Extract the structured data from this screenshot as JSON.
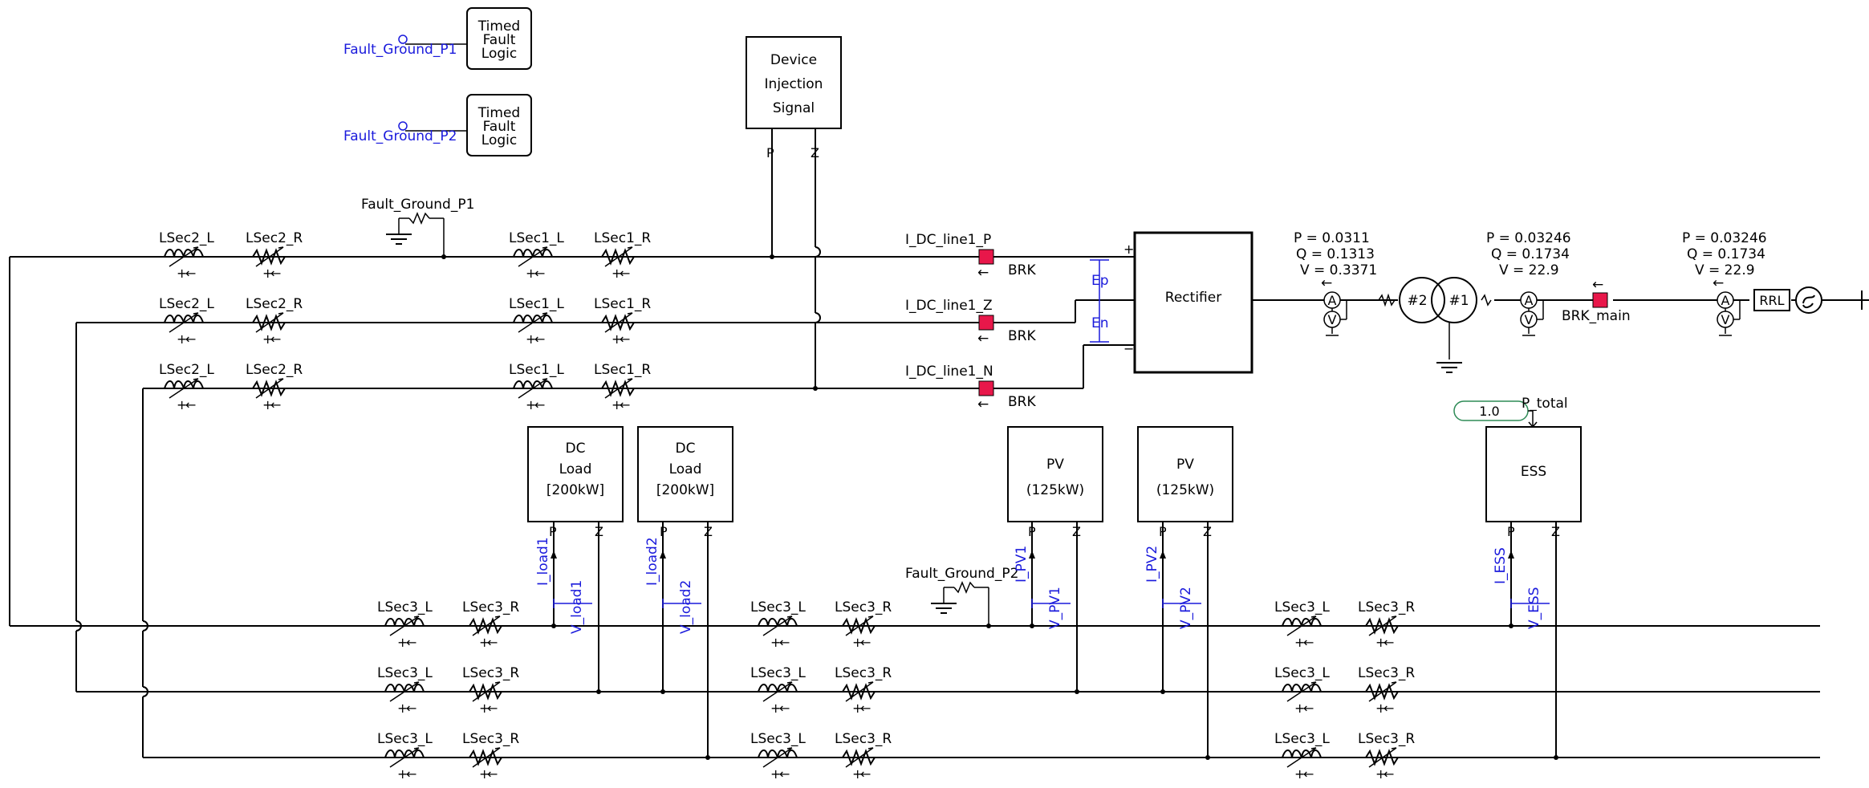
{
  "faults": {
    "sig_p1": "Fault_Ground_P1",
    "sig_p2": "Fault_Ground_P2",
    "logic_p1": [
      "Timed",
      "Fault",
      "Logic"
    ],
    "logic_p2": [
      "Timed",
      "Fault",
      "Logic"
    ],
    "ground_p1": "Fault_Ground_P1",
    "ground_p2": "Fault_Ground_P2"
  },
  "injection": {
    "lines": [
      "Device",
      "Injection",
      "Signal"
    ],
    "pin_p": "P",
    "pin_z": "Z"
  },
  "rectifier": {
    "label": "Rectifier",
    "plus": "+",
    "minus": "−",
    "ep": "Ep",
    "en": "En"
  },
  "upper_feeders": [
    {
      "l2": "LSec2_L",
      "r2": "LSec2_R",
      "l1": "LSec1_L",
      "r1": "LSec1_R",
      "meter": "I_DC_line1_P",
      "brk": "BRK"
    },
    {
      "l2": "LSec2_L",
      "r2": "LSec2_R",
      "l1": "LSec1_L",
      "r1": "LSec1_R",
      "meter": "I_DC_line1_Z",
      "brk": "BRK"
    },
    {
      "l2": "LSec2_L",
      "r2": "LSec2_R",
      "l1": "LSec1_L",
      "r1": "LSec1_R",
      "meter": "I_DC_line1_N",
      "brk": "BRK"
    }
  ],
  "ac_side": {
    "m1": [
      "P = 0.0311",
      "Q = 0.1313",
      "V = 0.3371"
    ],
    "m2": [
      "P = 0.03246",
      "Q = 0.1734",
      "V = 22.9"
    ],
    "m3": [
      "P = 0.03246",
      "Q = 0.1734",
      "V = 22.9"
    ],
    "trafo_2": "#2",
    "trafo_1": "#1",
    "brk_main": "BRK_main",
    "rrl": "RRL",
    "ammeter": "A",
    "voltmeter": "V"
  },
  "devices": [
    {
      "lines": [
        "DC",
        "Load",
        "[200kW]"
      ],
      "p": "P",
      "z": "Z",
      "i": "I_load1",
      "v": "V_load1"
    },
    {
      "lines": [
        "DC",
        "Load",
        "[200kW]"
      ],
      "p": "P",
      "z": "Z",
      "i": "I_load2",
      "v": "V_load2"
    },
    {
      "lines": [
        "PV",
        "(125kW)"
      ],
      "p": "P",
      "z": "Z",
      "i": "I_PV1",
      "v": "V_PV1"
    },
    {
      "lines": [
        "PV",
        "(125kW)"
      ],
      "p": "P",
      "z": "Z",
      "i": "I_PV2",
      "v": "V_PV2"
    },
    {
      "lines": [
        "ESS"
      ],
      "p": "P",
      "z": "Z",
      "i": "I_ESS",
      "v": "V_ESS"
    }
  ],
  "ess_input": {
    "value": "1.0",
    "label": "P_total"
  },
  "lower_sections": {
    "l": "LSec3_L",
    "r": "LSec3_R"
  },
  "colors": {
    "wire": "#000000",
    "signal_text": "#1a1adc",
    "breaker": "#e8174a",
    "ess_input_border": "#2e8b57"
  }
}
